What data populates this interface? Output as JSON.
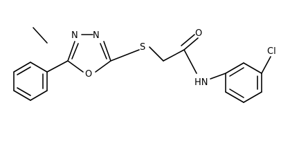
{
  "molecule": {
    "atoms": {
      "n3": "N",
      "n4": "N",
      "o1": "O",
      "s": "S",
      "o2": "O",
      "nh": "HN",
      "cl": "Cl"
    }
  }
}
